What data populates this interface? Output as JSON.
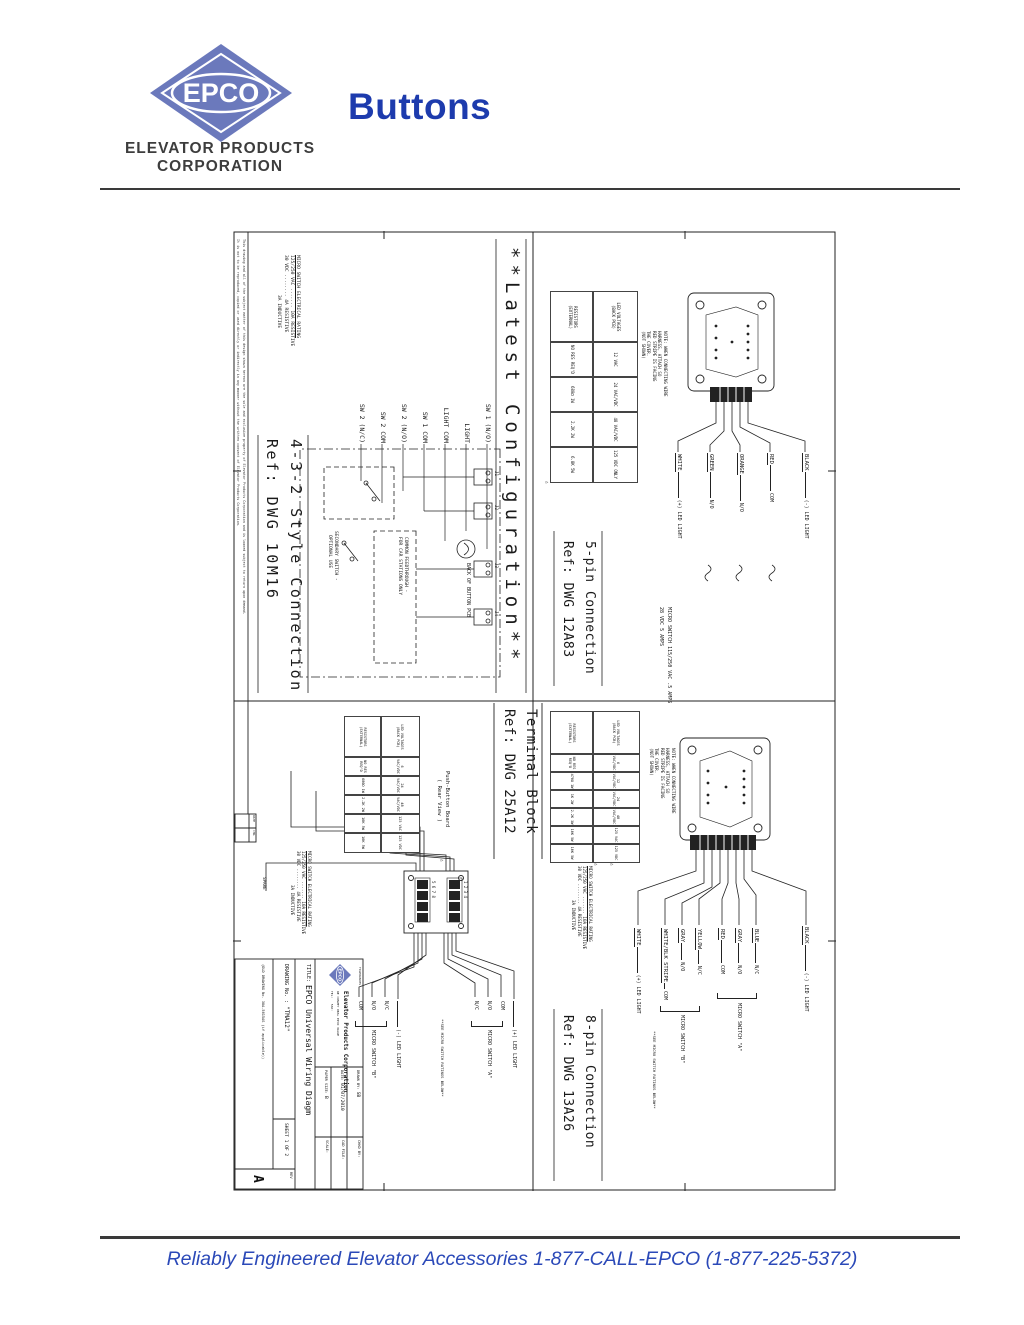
{
  "header": {
    "title": "Buttons",
    "logo_text": "EPCO",
    "org_line1": "ELEVATOR PRODUCTS",
    "org_line2": "CORPORATION"
  },
  "footer": {
    "text": "Reliably Engineered Elevator Accessories  1-877-CALL-EPCO   (1-877-225-5372)"
  },
  "colors": {
    "accent_blue": "#1d3bad",
    "footer_blue": "#2b49b8",
    "logo_blue": "#6b79bc"
  },
  "drawing": {
    "harness_note": [
      "NOTE: WHEN CONNECTING WIRE",
      "HARNESS, ATTACH SO",
      "RED STRIPE IS FACING",
      "THE COVER.",
      "(NOT SHOWN)"
    ],
    "rating": {
      "title": "MICRO SWITCH ELECTRICAL RATING",
      "l1": "125/250 VAC ....... 10A RESISTIVE",
      "l2": "30 VDC ........ 4A RESISTIVE",
      "l3": "3A INDUCTIVE"
    },
    "latest_config": {
      "heading": "**Latest Configuration**",
      "sw_labels": [
        "SW 1 (N/O)",
        "LIGHT",
        "LIGHT COM",
        "SW 1 COM",
        "SW 2 (N/O)",
        "SW 2 COM",
        "SW 2 (N/C)"
      ],
      "back_pcb": "BACK OF BUTTON PCB",
      "common1": "COMMON FEEDTHROUGH -",
      "common2": "FOR CAR STATIONS ONLY",
      "secondary1": "SECONDARY SWITCH -",
      "secondary2": "OPTIONAL USE",
      "style_title": "4-3-2 Style Connection",
      "style_ref": "Ref: DWG 10M16",
      "connectors": [
        "J1",
        "J2",
        "J3",
        "J4"
      ]
    },
    "five_pin": {
      "heading": "5-pin Connection",
      "ref": "Ref: DWG 12A83",
      "table": {
        "h1a": "LED VOLTAGES",
        "h1b": "(BACK PCB)",
        "h2a": "RESISTORS",
        "h2b": "(EXTERNAL)",
        "voltages": [
          "12 VAC",
          "24 VAC/VDC",
          "48 VAC/VDC",
          "125 VDC ONLY"
        ],
        "resistors": [
          "NO RES REQ'D",
          "680Ω 1W",
          "2.2K 2W",
          "6.8K 5W"
        ]
      },
      "wires": [
        {
          "color": "BLACK",
          "terminal": "(-) LED LIGHT"
        },
        {
          "color": "RED",
          "terminal": "COM"
        },
        {
          "color": "ORANGE",
          "terminal": "N/O"
        },
        {
          "color": "GREEN",
          "terminal": "N/O"
        },
        {
          "color": "WHITE",
          "terminal": "(+) LED LIGHT"
        }
      ],
      "switch_note1": "MICRO SWITCH  115/250 VAC  .5 AMPS",
      "switch_note2": "28 VDC  5 AMPS"
    },
    "eight_pin": {
      "heading": "8-pin Connection",
      "ref": "Ref: DWG 13A26",
      "table": {
        "h1a": "LED VOLTAGES",
        "h1b": "(BACK PCB)",
        "h2a": "RESISTORS",
        "h2b": "(EXTERNAL)",
        "voltages": [
          "6 VAC/VDC",
          "12 VAC/VDC",
          "24 VAC/VDC",
          "48 VAC/VDC",
          "125 VAC",
          "125 VDC"
        ],
        "resistors": [
          "NO RES REQ'D",
          "470Ω 1W",
          "1K 2W",
          "2.2K 3W",
          "10K 5W",
          "10K 5W"
        ]
      },
      "wires": [
        {
          "color": "BLACK",
          "terminal": "(-) LED LIGHT"
        },
        {
          "color": "BLUE",
          "terminal": "N/C"
        },
        {
          "color": "GRAY",
          "terminal": "N/O"
        },
        {
          "color": "RED",
          "terminal": "COM"
        },
        {
          "color": "YELLOW",
          "terminal": "N/C"
        },
        {
          "color": "GRAY",
          "terminal": "N/O"
        },
        {
          "color": "WHITE/BLK STRIPE",
          "terminal": "COM"
        },
        {
          "color": "WHITE",
          "terminal": "(+) LED LIGHT"
        }
      ],
      "switch_a": "MICRO SWITCH \"A\"",
      "switch_b": "MICRO SWITCH \"B\"",
      "ratings_ref": "**SEE MICRO SWITCH RATINGS BELOW**"
    },
    "terminal_block": {
      "heading": "Terminal Block",
      "ref": "Ref: DWG 25A12",
      "board1": "Push-Button Board",
      "board2": "( Rear View )",
      "strip1": "1   2   3   4",
      "strip2": "5   6   7   8",
      "table": {
        "h1a": "LED VOLTAGES",
        "h1b": "(BACK PCB)",
        "h2a": "RESISTORS",
        "h2b": "(EXTERNAL)",
        "voltages": [
          "6 VAC/VDC",
          "24 VAC/VDC",
          "48 VAC/VDC",
          "125 VAC",
          "125 VDC"
        ],
        "resistors": [
          "NO RES REQ'D",
          "680Ω 1W",
          "2.2K 2W",
          "10K 5W",
          "10K 5W"
        ]
      },
      "led_plus": "(+) LED LIGHT",
      "led_minus": "(-) LED LIGHT",
      "a_rows": [
        "COM",
        "N/O",
        "N/C"
      ],
      "b_rows": [
        "N/C",
        "N/O",
        "COM"
      ],
      "switch_a": "MICRO SWITCH \"A\"",
      "switch_b": "MICRO SWITCH \"B\"",
      "ratings_ref": "**SEE MICRO SWITCH RATINGS BELOW**",
      "spare": "SPARE"
    },
    "title_block": {
      "tolerances": "TOLERANCES",
      "company": "Elevator Products Corporation",
      "tagline": "WE CONVEY REAL EPCO VALUE",
      "tel": "TEL:",
      "fax": "FAX:",
      "drawn_label": "DRAWN BY:",
      "drawn": "SB",
      "date_label": "DATE:",
      "date": "01/07/2010",
      "paper_label": "PAPER SIZE:",
      "paper": "B",
      "chkd_label": "CHKD BY:",
      "cad_label": "CAD FILE:",
      "scale_label": "SCALE:",
      "title_label": "TITLE:",
      "title": "EPCO Universal Wiring Diagm",
      "dwg_label": "DRAWING No. :",
      "dwg": "\"TMA12\"",
      "old_dwg": "(OLD DRAWING No. 3UA.5015AS (if applicable))",
      "sheet": "SHEET 1 OF 2",
      "rev_label": "REV",
      "rev": "A",
      "date_col": "DATE",
      "chg_col": "CHG"
    },
    "disclaimer1": "This drawing and all of the subject matter of this design shown hereon are the sole and exclusive property of Elevator Products Corporation and is loaned subject to return upon demand.",
    "disclaimer2": "It is not to be reproduced, copied or used directly or indirectly in any manner without the written consent of Elevator Products Corporation."
  }
}
